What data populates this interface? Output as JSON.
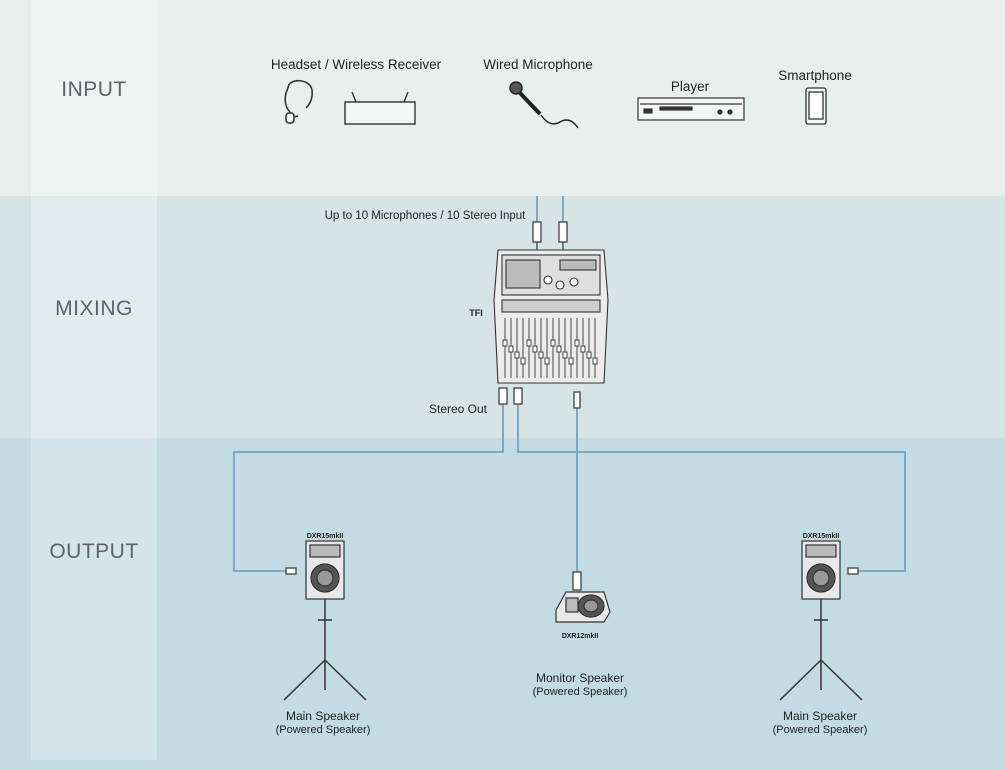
{
  "sections": {
    "input": "INPUT",
    "mixing": "MIXING",
    "output": "OUTPUT"
  },
  "inputs": {
    "headset": "Headset / Wireless Receiver",
    "wired_mic": "Wired Microphone",
    "player": "Player",
    "smartphone": "Smartphone"
  },
  "mixing": {
    "inputs_note": "Up to 10 Microphones / 10 Stereo Input",
    "mixer_model": "TFI",
    "stereo_out": "Stereo Out"
  },
  "outputs": {
    "main_left_model": "DXR15mkII",
    "main_right_model": "DXR15mkII",
    "monitor_model": "DXR12mkII",
    "main_label": "Main Speaker",
    "main_sub": "(Powered Speaker)",
    "monitor_label": "Monitor Speaker",
    "monitor_sub": "(Powered Speaker)"
  },
  "colors": {
    "input_band": "#e9efec",
    "mixing_band": "#d7e4e6",
    "output_band": "#c3dbe2",
    "cable": "#7fa6c2"
  }
}
